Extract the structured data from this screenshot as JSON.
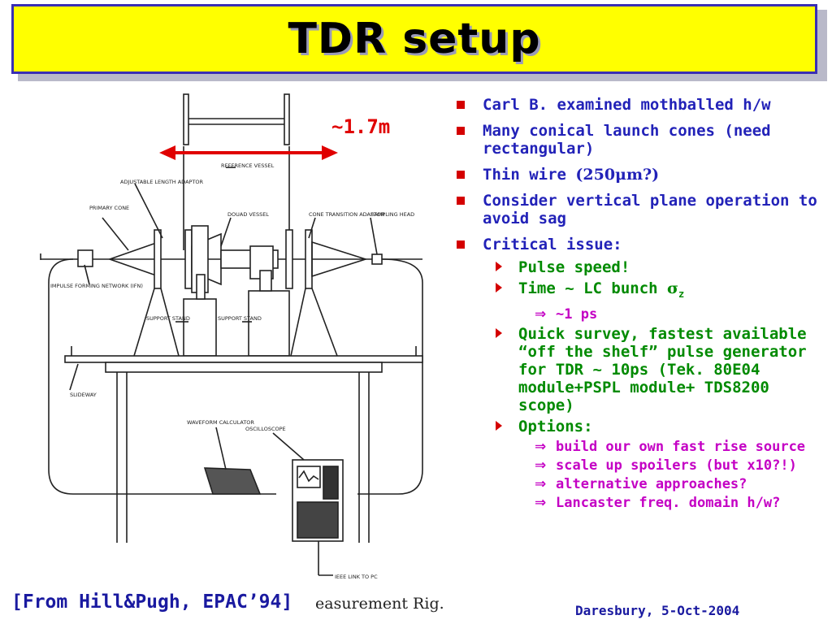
{
  "slide": {
    "title": "TDR setup",
    "dimension_label": "~1.7m",
    "caption": "[From Hill&Pugh, EPAC’94]",
    "caption_tail": "easurement Rig.",
    "footer": "Daresbury, 5-Oct-2004"
  },
  "diagram": {
    "labels": {
      "reference_vessel": "REFERENCE VESSEL",
      "adjustable_length_adaptor": "ADJUSTABLE LENGTH ADAPTOR",
      "primary_cone": "PRIMARY CONE",
      "douad_vessel": "DOUAD VESSEL",
      "cone_transition_adaptor": "CONE TRANSITION ADAPTOR",
      "sampling_head": "SAMPLING HEAD",
      "ifn": "IMPULSE FORMING NETWORK (IFN)",
      "support_stand_left": "SUPPORT STAND",
      "support_stand_right": "SUPPORT STAND",
      "slideway": "SLIDEWAY",
      "waveform_calculator": "WAVEFORM CALCULATOR",
      "oscilloscope": "OSCILLOSCOPE",
      "ieee_link": "IEEE LINK TO PC"
    }
  },
  "bullets": {
    "b1": "Carl B. examined mothballed h/w",
    "b2": "Many conical launch cones (need rectangular)",
    "b3_prefix": "Thin wire ",
    "b3_symbol": "(250μm?)",
    "b4": "Consider vertical plane operation to avoid sag",
    "b5": "Critical issue:",
    "b5_1": "Pulse speed!",
    "b5_2_prefix": "Time ~ LC bunch ",
    "b5_2_sigma": "σ",
    "b5_2_sub": "z",
    "b5_2_1": "~1 ps",
    "b5_3": "Quick survey, fastest available “off the shelf” pulse generator for TDR ~ 10ps (Tek. 80E04 module+PSPL module+ TDS8200 scope)",
    "b5_4": "Options:",
    "b5_4_1": "build our own fast rise source",
    "b5_4_2": "scale up spoilers (but x10?!)",
    "b5_4_3": "alternative approaches?",
    "b5_4_4": "Lancaster freq. domain h/w?",
    "arrow_glyph": "⇒"
  },
  "colors": {
    "title_bg": "#ffff00",
    "title_border": "#3a2fb4",
    "level1_text": "#2222b8",
    "level2_text": "#008a00",
    "level3_text": "#c400c4",
    "bullet_mark": "#d40000",
    "dimension": "#e00000"
  }
}
